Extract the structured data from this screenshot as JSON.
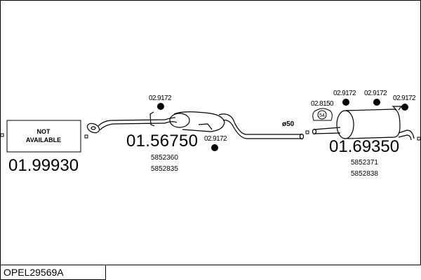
{
  "diagram_code": "OPEL29569A",
  "parts": [
    {
      "number": "01.99930",
      "status_line1": "NOT",
      "status_line2": "AVAILABLE"
    },
    {
      "number": "01.56750",
      "refs": [
        "5852360",
        "5852835"
      ]
    },
    {
      "number": "01.69350",
      "refs": [
        "5852371",
        "5852838"
      ]
    }
  ],
  "clamps": [
    "02.9172",
    "02.9172",
    "02.9172",
    "02.9172",
    "02.9172"
  ],
  "gasket": {
    "number": "02.8150",
    "size": "54"
  },
  "pipe_diameter": "ø50"
}
